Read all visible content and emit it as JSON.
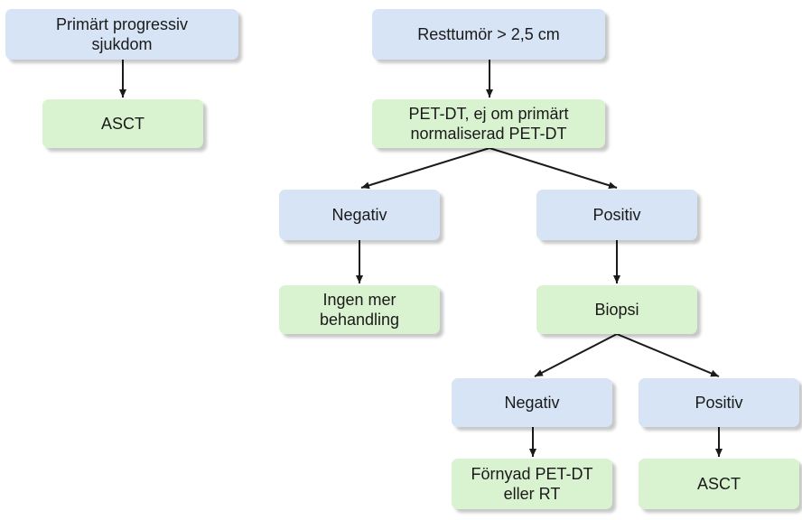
{
  "colors": {
    "decision_fill": "#d6e4f6",
    "outcome_fill": "#d9f2d0",
    "arrow": "#1a1a1a",
    "text": "#1a1a1a"
  },
  "nodes": {
    "primary_progressive": "Primärt progressiv\nsjukdom",
    "asct_left": "ASCT",
    "residual_tumor": "Resttumör > 2,5 cm",
    "pet_dt": "PET-DT, ej om primärt\nnormaliserad PET-DT",
    "negative_1": "Negativ",
    "positive_1": "Positiv",
    "no_further_treatment": "Ingen mer\nbehandling",
    "biopsy": "Biopsi",
    "negative_2": "Negativ",
    "positive_2": "Positiv",
    "renewed_pet_or_rt": "Förnyad PET-DT\neller RT",
    "asct_right": "ASCT"
  }
}
